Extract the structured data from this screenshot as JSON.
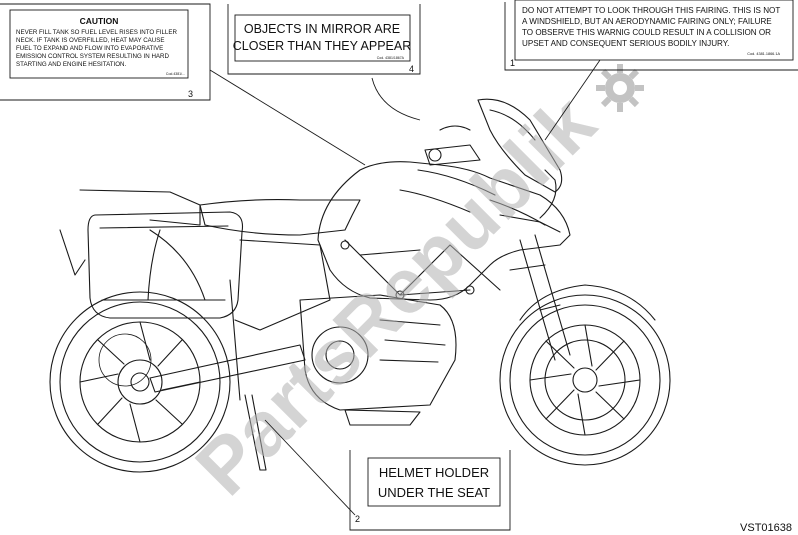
{
  "labels": {
    "label_3": {
      "heading": "CAUTION",
      "lines": [
        "NEVER FILL TANK SO FUEL LEVEL RISES INTO FILLER",
        "NECK. IF TANK IS OVERFILLED, HEAT MAY CAUSE",
        "FUEL TO EXPAND AND FLOW INTO EVAPORATIVE",
        "EMISSION CONTROL SYSTEM RESULTING IN HARD",
        "STARTING AND ENGINE HESITATION."
      ],
      "part_code": "Cod.4381/...",
      "ref": "3"
    },
    "label_4": {
      "lines": [
        "OBJECTS IN MIRROR ARE",
        "CLOSER THAN THEY APPEAR"
      ],
      "part_code": "Cod. 4381/1867A",
      "ref": "4"
    },
    "label_1": {
      "lines": [
        "DO NOT ATTEMPT TO LOOK THROUGH THIS FAIRING. THIS IS NOT",
        "A WINDSHIELD, BUT AN AERODYNAMIC FAIRING ONLY; FAILURE",
        "TO OBSERVE THIS WARNIG COULD RESULT IN A COLLISION OR",
        "UPSET AND CONSEQUENT SERIOUS BODILY INJURY."
      ],
      "part_code": "Cod. 4381.1866.1A",
      "ref": "1"
    },
    "label_2": {
      "lines": [
        "HELMET HOLDER",
        "UNDER THE SEAT"
      ],
      "ref": "2"
    }
  },
  "diagram_code": "VST01638",
  "watermark": "PartsRepublik",
  "colors": {
    "line": "#1a1a1a",
    "watermark": "#9a9a9a",
    "background": "#ffffff"
  }
}
